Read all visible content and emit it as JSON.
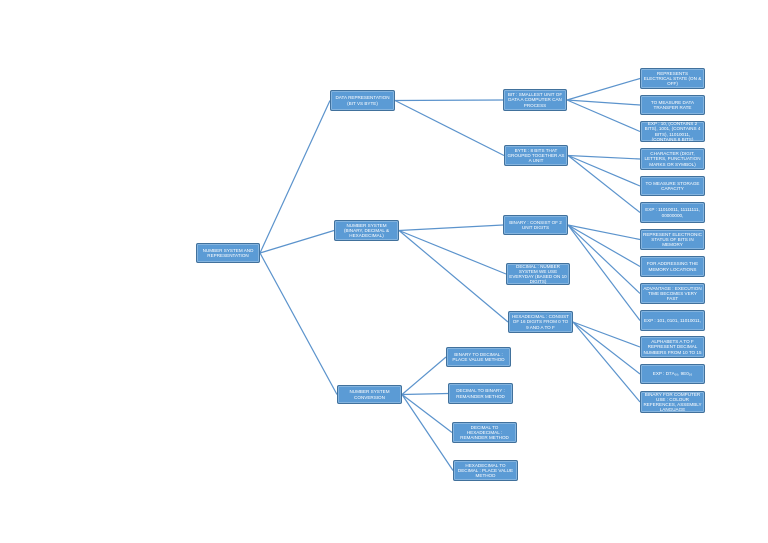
{
  "root": "NUMBER SYSTEM AND REPRESENTATION",
  "branches": [
    {
      "label": "DATA REPRESENTATION (BIT VS BYTE)",
      "children": [
        {
          "label": "BIT : SMALLEST UNIT OF DATA A COMPUTER CAN PROCESS",
          "children": [
            "REPRESENTS ELECTRICAL STATE (ON & OFF)",
            "TO MEASURE DATA TRANSFER RATE",
            "EXP : 10, (CONTAINS 2 BITS), 1001, (CONTAINS 4 BITS), 11010011, (CONTAINS 8 BITS)"
          ]
        },
        {
          "label": "BYTE : 8 BITS THAT GROUPED TOGETHER AS A UNIT",
          "children": [
            "CHARACTER (DIGIT, LETTERS, PUNCTUATION MARKS OR SYMBOL)",
            "TO MEASURE STORAGE CAPACITY",
            "EXP : 11010011, 11111111, 00000000,"
          ]
        }
      ]
    },
    {
      "label": "NUMBER SYSTEM (BINARY, DECIMAL & HEXADECIMAL)",
      "children": [
        {
          "label": "BINARY : CONSIST OF 2 UNIT DIGITS",
          "children": [
            "REPRESENT ELECTRONIC STATUS OF BITS IN MEMORY",
            "FOR ADDRESSING THE MEMORY LOCATIONS",
            "ADVANTAGE : EXECUTION TIME BECOMES VERY FAST",
            "EXP : 101, 0101, 11010011,"
          ]
        },
        {
          "label": "DECIMAL : NUMBER SYSTEM WE USE EVERYDAY (BASED ON 10 DIGITS)",
          "children": []
        },
        {
          "label": "HEXADECIMAL : CONSIST OF 16 DIGITS FROM 0 TO 9 AND A TO F",
          "children": [
            "ALPHABETS A TO F REPRESENT DECIMAL NUMBERS FROM 10 TO 15",
            "EXP : D7A₁₆, 9E0₁₆",
            "BINARY FOR COMPUTER USE : COLOUR REFERENCES, ASSEMBLY LANGUAGE"
          ]
        }
      ]
    },
    {
      "label": "NUMBER SYSTEM CONVERSION",
      "children": [
        {
          "label": "BINARY TO DECIMAL : PLACE VALUE METHOD",
          "children": []
        },
        {
          "label": "DECIMAL TO BINARY : REMAINDER METHOD",
          "children": []
        },
        {
          "label": "DECIMAL TO HEXADECIMAL : REMAINDER METHOD",
          "children": []
        },
        {
          "label": "HEXADECIMAL TO DECIMAL : PLACE VALUE METHOD",
          "children": []
        }
      ]
    }
  ],
  "colors": {
    "node_fill": "#5b9bd5",
    "node_border": "#41719c",
    "edge": "#5b93cc",
    "text": "#ffffff"
  }
}
